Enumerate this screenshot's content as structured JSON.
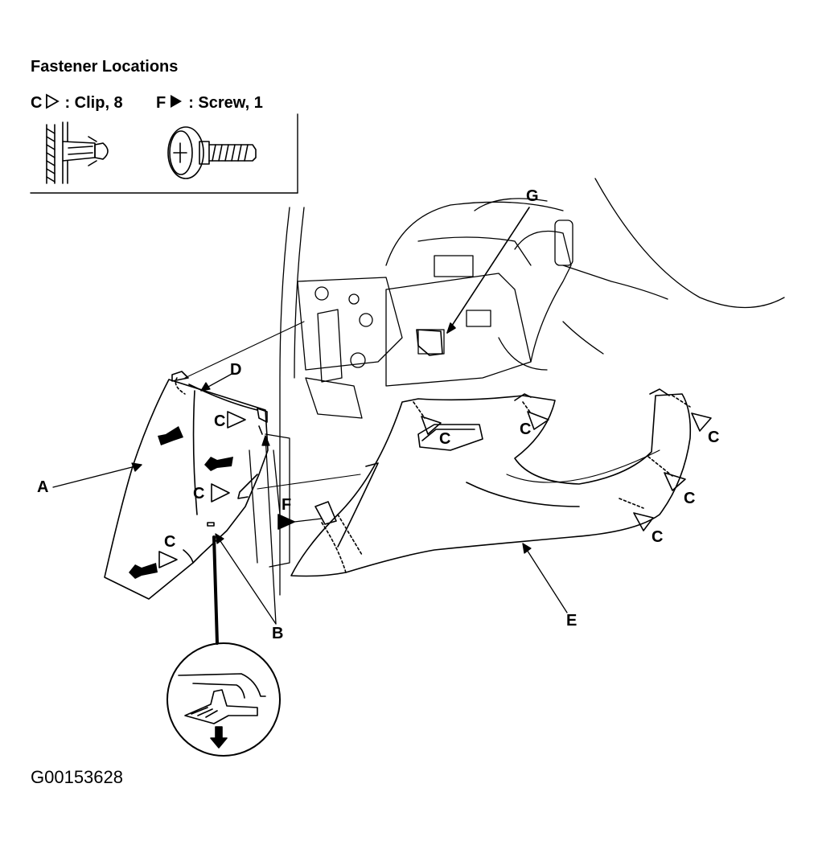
{
  "legend": {
    "title": "Fastener Locations",
    "clip": {
      "letter": "C",
      "text": ": Clip, 8"
    },
    "screw": {
      "letter": "F",
      "text": ": Screw, 1"
    }
  },
  "callouts": {
    "a": "A",
    "b": "B",
    "c": "C",
    "d": "D",
    "e": "E",
    "f": "F",
    "g": "G"
  },
  "figure_id": "G00153628"
}
